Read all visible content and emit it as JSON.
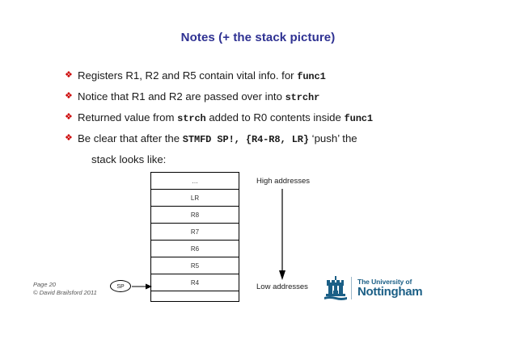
{
  "slide": {
    "title": "Notes (+ the stack picture)",
    "title_color": "#2e3192",
    "bullet_color": "#cc0000",
    "bullet_glyph": "❖"
  },
  "bullets": [
    {
      "marker": "❖",
      "parts": [
        {
          "text": "Registers R1, R2 and R5 contain vital info. for ",
          "code": false
        },
        {
          "text": "func1",
          "code": true
        }
      ]
    },
    {
      "marker": "❖",
      "parts": [
        {
          "text": "Notice that R1 and R2 are passed over into ",
          "code": false
        },
        {
          "text": "strchr",
          "code": true
        }
      ]
    },
    {
      "marker": "❖",
      "parts": [
        {
          "text": "Returned value from ",
          "code": false
        },
        {
          "text": "strch",
          "code": true
        },
        {
          "text": " added to R0 contents inside ",
          "code": false
        },
        {
          "text": "func1",
          "code": true
        }
      ]
    },
    {
      "marker": "❖",
      "parts": [
        {
          "text": "Be clear that after the ",
          "code": false
        },
        {
          "text": "STMFD SP!, {R4-R8, LR}",
          "code": true
        },
        {
          "text": " ‘push’ the",
          "code": false
        }
      ],
      "continuation": "stack looks like:"
    }
  ],
  "stack": {
    "cells": [
      "…",
      "LR",
      "R8",
      "R7",
      "R6",
      "R5",
      "R4"
    ],
    "pointer_label": "SP",
    "high_label": "High addresses",
    "low_label": "Low addresses"
  },
  "footer": {
    "page": "Page 20",
    "copyright": "© David Brailsford 2011"
  },
  "logo": {
    "line1": "The University of",
    "line2": "Nottingham",
    "color": "#1b5f86"
  }
}
